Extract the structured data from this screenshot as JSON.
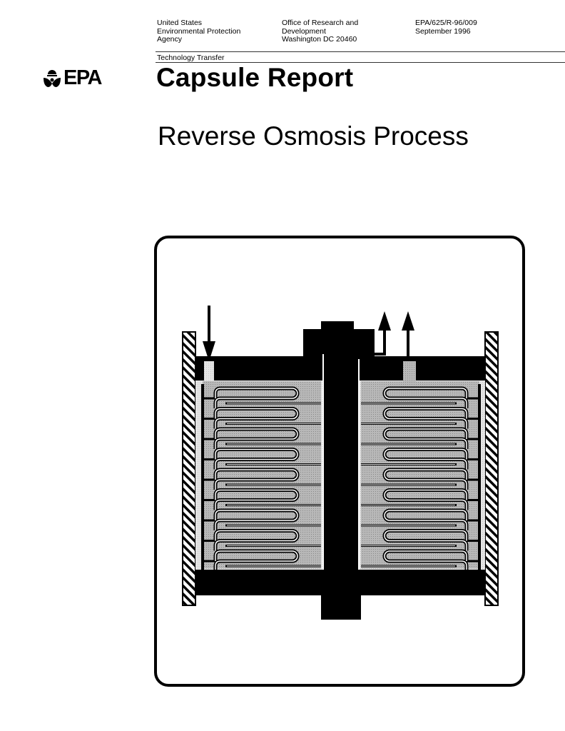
{
  "header": {
    "agency": [
      "United States",
      "Environmental Protection",
      "Agency"
    ],
    "office": [
      "Office of Research and",
      "Development",
      "Washington  DC  20460"
    ],
    "report": [
      "EPA/625/R-96/009",
      "September 1996"
    ],
    "series": "Technology Transfer"
  },
  "logo": {
    "text": "EPA"
  },
  "title": "Capsule Report",
  "subtitle": "Reverse Osmosis Process",
  "figure": {
    "description": "Cross-section of a reverse osmosis pressure vessel with spiral membrane elements",
    "arrows": [
      "feed-inlet-down",
      "permeate-outlet-up",
      "concentrate-outlet-up"
    ],
    "membrane_leaves_per_side": 9
  }
}
